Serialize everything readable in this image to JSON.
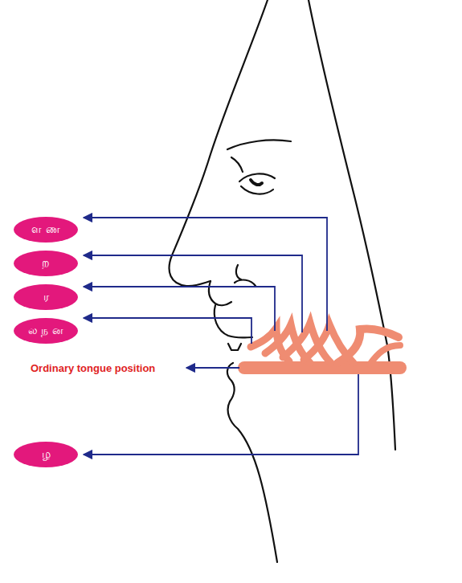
{
  "diagram": {
    "nodes": [
      {
        "text": [
          "ள ண"
        ]
      },
      {
        "text": [
          "ற"
        ]
      },
      {
        "text": [
          "ர"
        ]
      },
      {
        "text": [
          "ல ந ன"
        ]
      },
      {
        "text": [
          "ழ"
        ]
      }
    ],
    "labels": [
      "Ordinary tongue position"
    ]
  }
}
